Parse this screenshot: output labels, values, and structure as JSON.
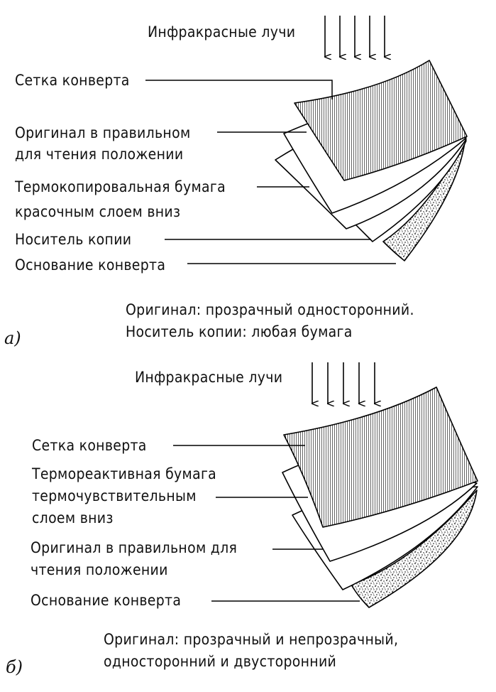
{
  "panel_a": {
    "letter": "а)",
    "rays_label": "Инфракрасные лучи",
    "labels": {
      "grid": "Сетка конверта",
      "original_1": "Оригинал в правильном",
      "original_2": "для чтения положении",
      "thermo_1": "Термокопировальная бумага",
      "thermo_2": "красочным слоем вниз",
      "carrier": "Носитель копии",
      "base": "Основание конверта"
    },
    "caption_1": "Оригинал: прозрачный односторонний.",
    "caption_2": "Носитель копии: любая бумага"
  },
  "panel_b": {
    "letter": "б)",
    "rays_label": "Инфракрасные лучи",
    "labels": {
      "grid": "Сетка конверта",
      "thermo_1": "Термореактивная бумага",
      "thermo_2": "термочувствительным",
      "thermo_3": "слоем вниз",
      "original_1": "Оригинал в правильном для",
      "original_2": "чтения положении",
      "base": "Основание конверта"
    },
    "caption_1": "Оригинал: прозрачный и непрозрачный,",
    "caption_2": "односторонний и двусторонний"
  }
}
